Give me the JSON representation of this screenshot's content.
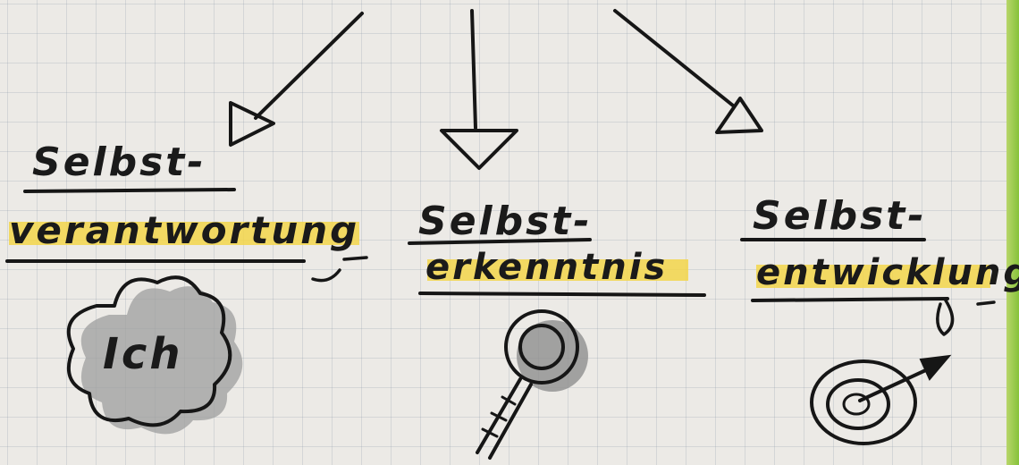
{
  "columns": [
    {
      "line1": "Selbst-",
      "line2": "verantwortung",
      "icon_label": "Ich",
      "icon": "cloud-icon"
    },
    {
      "line1": "Selbst-",
      "line2": "erkenntnis",
      "icon": "magnifier-icon"
    },
    {
      "line1": "Selbst-",
      "line2": "entwicklung",
      "icon": "target-icon"
    }
  ],
  "colors": {
    "paper": "#eceae6",
    "ink": "#161616",
    "highlight": "#f3d64a",
    "target_green": "#8fcc45",
    "target_center": "#e8652a",
    "edge_green": "#86c23a"
  }
}
